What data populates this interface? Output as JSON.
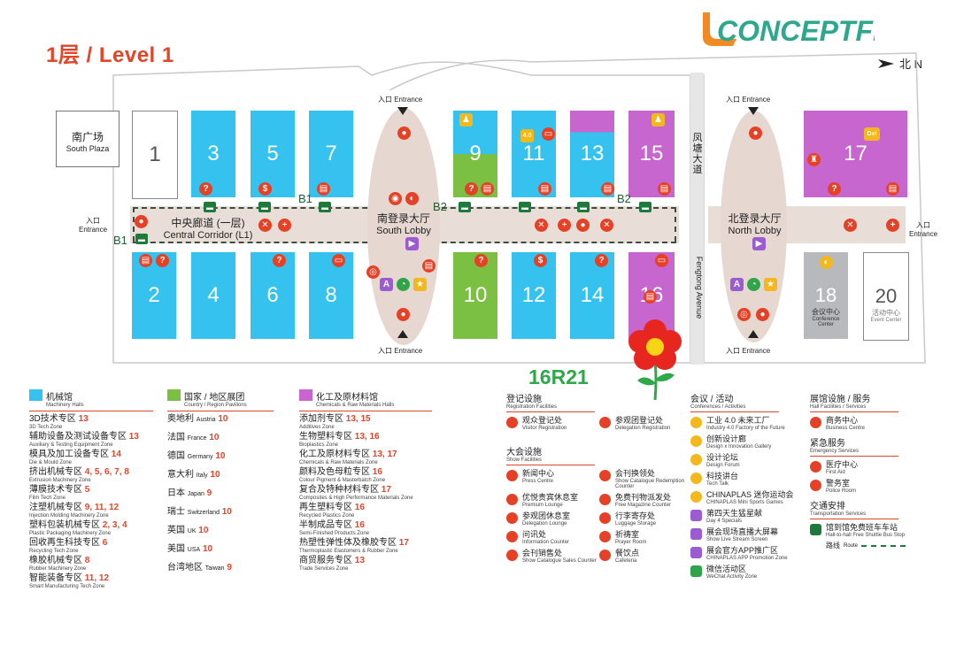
{
  "header": {
    "level_title": "1层 / Level 1",
    "logo_text": "CONCEPTFE",
    "north_label": "北 N"
  },
  "colors": {
    "machinery": "#36c2ee",
    "country": "#7bc043",
    "chemicals": "#c766cf",
    "accent": "#e0462a",
    "booth": "#2ea848"
  },
  "map": {
    "south_plaza_cn": "南广场",
    "south_plaza_en": "South Plaza",
    "halls": {
      "h1": "1",
      "h2": "2",
      "h3": "3",
      "h4": "4",
      "h5": "5",
      "h6": "6",
      "h7": "7",
      "h8": "8",
      "h9": "9",
      "h10": "10",
      "h11": "11",
      "h12": "12",
      "h13": "13",
      "h14": "14",
      "h15": "15",
      "h16": "16",
      "h17": "17",
      "h18": "18",
      "h20": "20"
    },
    "hall18_cn": "会议中心",
    "hall18_en": "Conference Center",
    "hall20_cn": "活动中心",
    "hall20_en": "Event Center",
    "central_corridor_cn": "中央廊道 (一层)",
    "central_corridor_en": "Central Corridor (L1)",
    "south_lobby_cn": "南登录大厅",
    "south_lobby_en": "South Lobby",
    "north_lobby_cn": "北登录大厅",
    "north_lobby_en": "North Lobby",
    "avenue_cn": "凤塘大道",
    "avenue_en": "Fengtong Avenue",
    "entrance": "入口 Entrance",
    "entrance_cn": "入口",
    "entrance_en": "Entrance",
    "b1": "B1",
    "b2": "B2",
    "dxi": "Dxi",
    "four_zero": "4.0"
  },
  "booth": {
    "code": "16R21"
  },
  "legend": {
    "machinery": {
      "title_cn": "机械馆",
      "title_en": "Machinery Halls",
      "zones": [
        {
          "cn": "3D技术专区",
          "nums": "13",
          "en": "3D Tech Zone"
        },
        {
          "cn": "辅助设备及测试设备专区",
          "nums": "13",
          "en": "Auxiliary & Testing Equipment Zone"
        },
        {
          "cn": "模具及加工设备专区",
          "nums": "14",
          "en": "Die & Mould Zone"
        },
        {
          "cn": "挤出机械专区",
          "nums": "4, 5, 6, 7, 8",
          "en": "Extrusion Machinery Zone"
        },
        {
          "cn": "薄膜技术专区",
          "nums": "5",
          "en": "Film Tech Zone"
        },
        {
          "cn": "注塑机械专区",
          "nums": "9, 11, 12",
          "en": "Injection Molding Machinery Zone"
        },
        {
          "cn": "塑料包装机械专区",
          "nums": "2, 3, 4",
          "en": "Plastic Packaging Machinery Zone"
        },
        {
          "cn": "回收再生科技专区",
          "nums": "6",
          "en": "Recycling Tech Zone"
        },
        {
          "cn": "橡胶机械专区",
          "nums": "8",
          "en": "Rubber Machinery Zone"
        },
        {
          "cn": "智能装备专区",
          "nums": "11, 12",
          "en": "Smart Manufacturing Tech Zone"
        }
      ]
    },
    "country": {
      "title_cn": "国家 / 地区展团",
      "title_en": "Country / Region Pavilions",
      "zones": [
        {
          "cn": "奥地利",
          "en": "Austria",
          "nums": "10"
        },
        {
          "cn": "法国",
          "en": "France",
          "nums": "10"
        },
        {
          "cn": "德国",
          "en": "Germany",
          "nums": "10"
        },
        {
          "cn": "意大利",
          "en": "Italy",
          "nums": "10"
        },
        {
          "cn": "日本",
          "en": "Japan",
          "nums": "9"
        },
        {
          "cn": "瑞士",
          "en": "Switzerland",
          "nums": "10"
        },
        {
          "cn": "英国",
          "en": "UK",
          "nums": "10"
        },
        {
          "cn": "美国",
          "en": "USA",
          "nums": "10"
        },
        {
          "cn": "台湾地区",
          "en": "Taiwan",
          "nums": "9"
        }
      ]
    },
    "chemicals": {
      "title_cn": "化工及原材料馆",
      "title_en": "Chemicals & Raw Materials Halls",
      "zones": [
        {
          "cn": "添加剂专区",
          "nums": "13, 15",
          "en": "Additives Zone"
        },
        {
          "cn": "生物塑料专区",
          "nums": "13, 16",
          "en": "Bioplastics Zone"
        },
        {
          "cn": "化工及原材料专区",
          "nums": "13, 17",
          "en": "Chemicals & Raw Materials Zone"
        },
        {
          "cn": "颜料及色母粒专区",
          "nums": "16",
          "en": "Colour Pigment & Masterbatch Zone"
        },
        {
          "cn": "复合及特种材料专区",
          "nums": "17",
          "en": "Composites & High Performance Materials Zone"
        },
        {
          "cn": "再生塑料专区",
          "nums": "16",
          "en": "Recycled Plastics Zone"
        },
        {
          "cn": "半制成品专区",
          "nums": "16",
          "en": "Semi-Finished Products Zone"
        },
        {
          "cn": "热塑性弹性体及橡胶专区",
          "nums": "17",
          "en": "Thermoplastic Elastomers & Rubber Zone"
        },
        {
          "cn": "商贸服务专区",
          "nums": "13",
          "en": "Trade Services Zone"
        }
      ]
    },
    "registration": {
      "title_cn": "登记设施",
      "title_en": "Registration Facilities",
      "items": [
        {
          "cn": "观众登记处",
          "en": "Visitor Registration",
          "icon": "visitor-registration-icon"
        },
        {
          "cn": "参观团登记处",
          "en": "Delegation Registration",
          "icon": "delegation-registration-icon"
        }
      ]
    },
    "show": {
      "title_cn": "大会设施",
      "title_en": "Show Facilities",
      "items": [
        {
          "cn": "新闻中心",
          "en": "Press Centre",
          "icon": "press-centre-icon"
        },
        {
          "cn": "会刊换领处",
          "en": "Show Catalogue Redemption Counter",
          "icon": "catalogue-redemption-icon"
        },
        {
          "cn": "优悦贵宾休息室",
          "en": "Premium Lounge",
          "icon": "premium-lounge-icon"
        },
        {
          "cn": "免费刊物派发处",
          "en": "Free Magazine Counter",
          "icon": "free-magazine-icon"
        },
        {
          "cn": "参观团休息室",
          "en": "Delegation Lounge",
          "icon": "delegation-lounge-icon"
        },
        {
          "cn": "行李寄存处",
          "en": "Luggage Storage",
          "icon": "luggage-icon"
        },
        {
          "cn": "问讯处",
          "en": "Information Counter",
          "icon": "information-icon"
        },
        {
          "cn": "祈祷室",
          "en": "Prayer Room",
          "icon": "prayer-room-icon"
        },
        {
          "cn": "会刊销售处",
          "en": "Show Catalogue Sales Counter",
          "icon": "catalogue-sales-icon"
        },
        {
          "cn": "餐饮点",
          "en": "Cafeteria",
          "icon": "cafeteria-icon"
        }
      ]
    },
    "conferences": {
      "title_cn": "会议 / 活动",
      "title_en": "Conferences / Activities",
      "items": [
        {
          "cn": "工业 4.0 未来工厂",
          "en": "Industry 4.0 Factory of the Future",
          "icon": "industry-40-icon"
        },
        {
          "cn": "创新设计廊",
          "en": "Design x Innovation Gallery",
          "icon": "design-innovation-icon"
        },
        {
          "cn": "设计论坛",
          "en": "Design Forum",
          "icon": "design-forum-icon"
        },
        {
          "cn": "科技讲台",
          "en": "Tech Talk",
          "icon": "tech-talk-icon"
        },
        {
          "cn": "CHINAPLAS 迷你运动会",
          "en": "CHINAPLAS Mini Sports Games",
          "icon": "sports-games-icon"
        },
        {
          "cn": "第四天生猛星献",
          "en": "Day 4 Specials",
          "icon": "day4-specials-icon"
        },
        {
          "cn": "展会现场直播大屏幕",
          "en": "Show Live Stream Screen",
          "icon": "live-stream-icon"
        },
        {
          "cn": "展会官方APP推广区",
          "en": "CHINAPLAS APP Promotion Zone",
          "icon": "app-promotion-icon"
        },
        {
          "cn": "微信活动区",
          "en": "WeChat Activity Zone",
          "icon": "wechat-icon"
        }
      ]
    },
    "hall": {
      "title_cn": "展馆设施 / 服务",
      "title_en": "Hall Facilities / Services",
      "items": [
        {
          "cn": "商务中心",
          "en": "Business Centre",
          "icon": "business-centre-icon"
        }
      ]
    },
    "emergency": {
      "title_cn": "紧急服务",
      "title_en": "Emergency Services",
      "items": [
        {
          "cn": "医疗中心",
          "en": "First Aid",
          "icon": "first-aid-icon"
        },
        {
          "cn": "警务室",
          "en": "Police Room",
          "icon": "police-room-icon"
        }
      ]
    },
    "transport": {
      "title_cn": "交通安排",
      "title_en": "Transportation Services",
      "items": [
        {
          "cn": "馆到馆免费班车车站",
          "en": "Hall-to-hall Free Shuttle Bus Stop",
          "icon": "shuttle-bus-icon"
        }
      ],
      "route_cn": "路线",
      "route_en": "Route"
    }
  }
}
